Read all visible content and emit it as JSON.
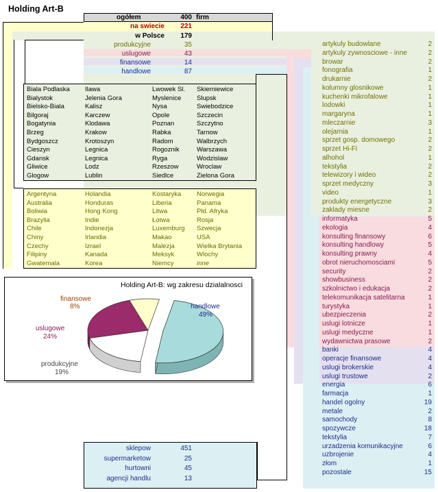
{
  "title": "Holding Art-B",
  "summary": {
    "total": {
      "label": "ogółem",
      "value": "400",
      "unit": "firm"
    },
    "world": {
      "label": "na swiecie",
      "value": "221"
    },
    "poland": {
      "label": "w Polsce",
      "value": "179"
    },
    "sectors": [
      {
        "label": "produkcyjne",
        "value": "35"
      },
      {
        "label": "uslugowe",
        "value": "43"
      },
      {
        "label": "finansowe",
        "value": "14"
      },
      {
        "label": "handlowe",
        "value": "87"
      }
    ]
  },
  "polish_cities": [
    [
      "Biala Podlaska",
      "Ilawa",
      "Lwowek Sl.",
      "Skierniewice"
    ],
    [
      "Bialystok",
      "Jelenia Gora",
      "Myslenice",
      "Slupsk"
    ],
    [
      "Bielsko-Biala",
      "Kalisz",
      "Nysa",
      "Swiebodzice"
    ],
    [
      "Bilgoraj",
      "Karczew",
      "Opole",
      "Szczecin"
    ],
    [
      "Bogatynia",
      "Klodawa",
      "Poznan",
      "Szczytno"
    ],
    [
      "Brzeg",
      "Krakow",
      "Rabka",
      "Tarnow"
    ],
    [
      "Bydgoszcz",
      "Krotoszyn",
      "Radom",
      "Walbrzych"
    ],
    [
      "Cieszyn",
      "Legnica",
      "Rogoznik",
      "Warszawa"
    ],
    [
      "Gdansk",
      "Legnica",
      "Ryga",
      "Wodzislaw"
    ],
    [
      "Gliwice",
      "Lodz",
      "Rzeszow",
      "Wroclaw"
    ],
    [
      "Glogow",
      "Lublin",
      "Siedlce",
      "Zielona Gora"
    ]
  ],
  "countries": [
    [
      "Argentyna",
      "Holandia",
      "Kostaryka",
      "Norwegia"
    ],
    [
      "Australia",
      "Honduras",
      "Liberia",
      "Panama"
    ],
    [
      "Boliwia",
      "Hong Kong",
      "Litwa",
      "Płd. Afryka"
    ],
    [
      "Brazylia",
      "Indie",
      "Łotwa",
      "Rosja"
    ],
    [
      "Chile",
      "Indonezja",
      "Luxemburg",
      "Szwecja"
    ],
    [
      "Chiny",
      "Irlandia",
      "Makao",
      "USA"
    ],
    [
      "Czechy",
      "Izrael",
      "Malezja",
      "Wielka Brytania"
    ],
    [
      "Filipiny",
      "Kanada",
      "Meksyk",
      "Wlochy"
    ],
    [
      "Gwatemala",
      "Korea",
      "Niemcy",
      "inne"
    ]
  ],
  "chart_data": {
    "type": "pie",
    "title": "Holding Art-B: wg zakresu dzialalnosci",
    "categories": [
      "handlowe",
      "produkcyjne",
      "uslugowe",
      "finansowe"
    ],
    "values": [
      49,
      19,
      24,
      8
    ],
    "labels": [
      "49%",
      "19%",
      "24%",
      "8%"
    ],
    "colors": [
      "#a8dcdc",
      "#ffffff",
      "#9b2b6b",
      "#ffffcc"
    ]
  },
  "industries": {
    "produkcyjne": [
      {
        "name": "artykuly budowlane",
        "count": "2"
      },
      {
        "name": "artykuly zywnosciowe - inne",
        "count": "2"
      },
      {
        "name": "browar",
        "count": "2"
      },
      {
        "name": "fonografia",
        "count": "1"
      },
      {
        "name": "drukarnie",
        "count": "2"
      },
      {
        "name": "kolumny glosnikowe",
        "count": "1"
      },
      {
        "name": "kuchenki mikrofalowe",
        "count": "1"
      },
      {
        "name": "lodowki",
        "count": "1"
      },
      {
        "name": "margaryna",
        "count": "1"
      },
      {
        "name": "mleczarnie",
        "count": "3"
      },
      {
        "name": "olejarnia",
        "count": "1"
      },
      {
        "name": "sprzet gosp. domowego",
        "count": "2"
      },
      {
        "name": "sprzet Hi-Fi",
        "count": "2"
      },
      {
        "name": "alhohol",
        "count": "1"
      },
      {
        "name": "tekstylia",
        "count": "2"
      },
      {
        "name": "telewizory i wideo",
        "count": "2"
      },
      {
        "name": "sprzet medyczny",
        "count": "3"
      },
      {
        "name": "video",
        "count": "1"
      },
      {
        "name": "produkty energetyczne",
        "count": "3"
      },
      {
        "name": "zaklady miesne",
        "count": "2"
      }
    ],
    "uslugowe": [
      {
        "name": "informatyka",
        "count": "5"
      },
      {
        "name": "ekologia",
        "count": "4"
      },
      {
        "name": "konsulting finansowy",
        "count": "6"
      },
      {
        "name": "konsulting handlowy",
        "count": "5"
      },
      {
        "name": "konsulting prawny",
        "count": "4"
      },
      {
        "name": "obrot nieruchomosciami",
        "count": "5"
      },
      {
        "name": "security",
        "count": "2"
      },
      {
        "name": "showbusiness",
        "count": "2"
      },
      {
        "name": "szkolnictwo i edukacja",
        "count": "2"
      },
      {
        "name": "telekomunikacja satelitarna",
        "count": "1"
      },
      {
        "name": "turystyka",
        "count": "1"
      },
      {
        "name": "ubezpieczenia",
        "count": "2"
      },
      {
        "name": "uslugi lotnicze",
        "count": "1"
      },
      {
        "name": "uslugi medyczne",
        "count": "1"
      },
      {
        "name": "wydawnictwa prasowe",
        "count": "2"
      }
    ],
    "finansowe": [
      {
        "name": "banki",
        "count": "4"
      },
      {
        "name": "operacje finansowe",
        "count": "4"
      },
      {
        "name": "uslugi brokerskie",
        "count": "4"
      },
      {
        "name": "uslugi trustowe",
        "count": "2"
      }
    ],
    "handlowe": [
      {
        "name": "energia",
        "count": "6"
      },
      {
        "name": "farmacja",
        "count": "1"
      },
      {
        "name": "handel ogolny",
        "count": "19"
      },
      {
        "name": "metale",
        "count": "2"
      },
      {
        "name": "samochody",
        "count": "8"
      },
      {
        "name": "spozywcze",
        "count": "18"
      },
      {
        "name": "tekstylia",
        "count": "7"
      },
      {
        "name": "urzadzenia komunikacyjne",
        "count": "6"
      },
      {
        "name": "uzbrojenie",
        "count": "4"
      },
      {
        "name": "złom",
        "count": "1"
      },
      {
        "name": "pozostale",
        "count": "15"
      }
    ]
  },
  "retail": [
    {
      "label": "sklepow",
      "value": "451"
    },
    {
      "label": "supermarketow",
      "value": "25"
    },
    {
      "label": "hurtowni",
      "value": "45"
    },
    {
      "label": "agencji handlu",
      "value": "13"
    }
  ],
  "colors": {
    "yellow": "#ffffcc",
    "green": "#eaf0e0",
    "pink": "#f8dce0",
    "lavender": "#e4e0f0",
    "cyan": "#dcf0f4",
    "grey": "#d8d8d8",
    "world_text": "#c00000",
    "fin_text": "#a04000",
    "serv_text": "#8b1a50",
    "ind_text": "#707000",
    "blue_text": "#1c2c8c"
  }
}
